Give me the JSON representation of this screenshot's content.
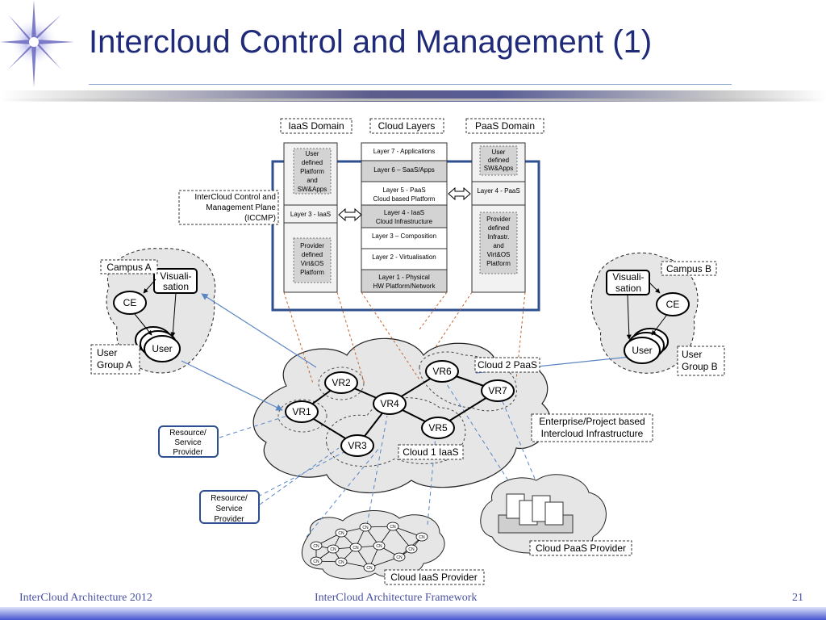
{
  "slide": {
    "title": "Intercloud Control and Management (1)",
    "footer_left": "InterCloud Architecture 2012",
    "footer_center": "InterCloud Architecture Framework",
    "page_number": "21"
  },
  "diagram": {
    "headers": {
      "iaas_domain": "IaaS Domain",
      "cloud_layers": "Cloud Layers",
      "paas_domain": "PaaS Domain"
    },
    "iaas_column": {
      "top": [
        "User",
        "defined",
        "Platform",
        "and",
        "SW&Apps"
      ],
      "layer": "Layer 3 - IaaS",
      "bottom": [
        "Provider",
        "defined",
        "Virt&OS",
        "Platform"
      ]
    },
    "layers": [
      [
        "Layer 7 - Applications"
      ],
      [
        "Layer 6 – SaaS/Apps"
      ],
      [
        "Layer 5 - PaaS",
        "Cloud based Platform"
      ],
      [
        "Layer 4 - IaaS",
        "Cloud Infrastructure"
      ],
      [
        "Layer 3 – Composition"
      ],
      [
        "Layer 2 - Virtualisation"
      ],
      [
        "Layer 1 - Physical",
        "HW Platform/Network"
      ]
    ],
    "paas_column": {
      "top": [
        "User",
        "defined",
        "SW&Apps"
      ],
      "layer": "Layer 4 - PaaS",
      "bottom": [
        "Provider",
        "defined",
        "Infrastr.",
        "and",
        "Virt&OS",
        "Platform"
      ]
    },
    "iccmp_label": [
      "InterCloud Control and",
      "Management Plane",
      "(ICCMP)"
    ],
    "campus_a": {
      "label": "Campus A",
      "visual": [
        "Visuali-",
        "sation"
      ],
      "ce": "CE",
      "user": "User",
      "group": [
        "User",
        "Group A"
      ]
    },
    "campus_b": {
      "label": "Campus B",
      "visual": [
        "Visuali-",
        "sation"
      ],
      "ce": "CE",
      "user": "User",
      "group": [
        "User",
        "Group B"
      ]
    },
    "routers": [
      "VR1",
      "VR2",
      "VR3",
      "VR4",
      "VR5",
      "VR6",
      "VR7"
    ],
    "cloud2_label": "Cloud 2 PaaS",
    "cloud1_label": "Cloud 1 IaaS",
    "enterprise_label": [
      "Enterprise/Project based",
      "Intercloud Infrastructure"
    ],
    "resource_provider": [
      "Resource/",
      "Service",
      "Provider"
    ],
    "cn_label": "CN",
    "cloud_paas_provider": "Cloud PaaS Provider",
    "cloud_iaas_provider": "Cloud IaaS Provider"
  },
  "colors": {
    "title": "#1f2a78",
    "frame": "#2e4f8f",
    "connector": "#5a86c4",
    "dashed_link": "#c0632a",
    "cloud_fill": "#e6e6e6",
    "layer_shade": "#d3d3d3"
  }
}
